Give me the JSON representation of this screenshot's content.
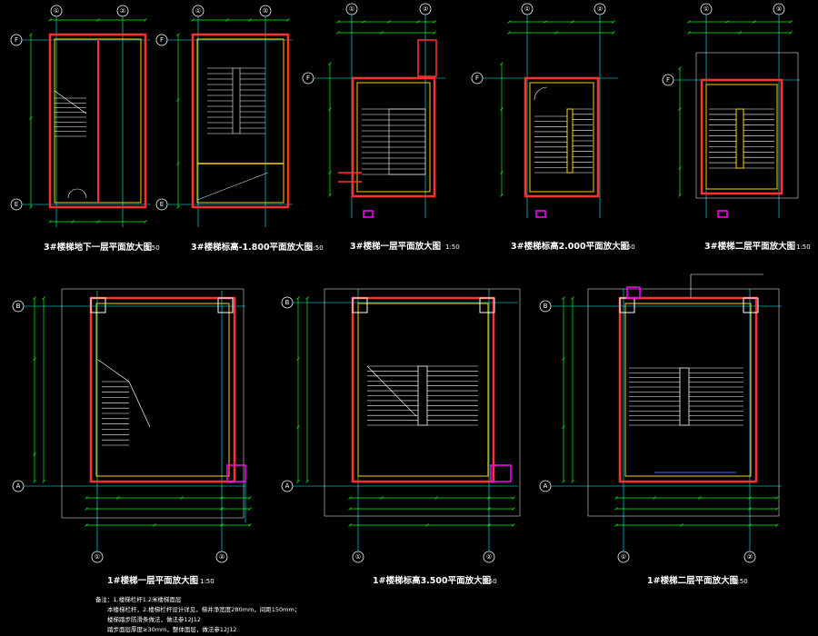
{
  "colors": {
    "background": "#000000",
    "wall": "#ff3030",
    "wall_inner": "#ffd000",
    "dimension": "#00ff00",
    "axis": "#00ffff",
    "stair": "#ffffff",
    "magenta": "#ff00ff",
    "blue": "#3a6cff"
  },
  "drawings": {
    "top": [
      {
        "title": "3#楼梯地下一层平面放大图",
        "scale": "1:50",
        "axes": [
          "①",
          "②"
        ],
        "rows": [
          "F",
          "E"
        ]
      },
      {
        "title": "3#楼梯标高-1.800平面放大图",
        "scale": "1:50",
        "axes": [
          "①",
          "②"
        ],
        "rows": [
          "F",
          "E"
        ]
      },
      {
        "title": "3#楼梯一层平面放大图",
        "scale": "1:50",
        "axes": [
          "①",
          "②"
        ],
        "rows": [
          "F"
        ]
      },
      {
        "title": "3#楼梯标高2.000平面放大图",
        "scale": "1:50",
        "axes": [
          "①",
          "②"
        ],
        "rows": [
          "F"
        ]
      },
      {
        "title": "3#楼梯二层平面放大图",
        "scale": "1:50",
        "axes": [
          "①",
          "②"
        ],
        "rows": [
          "F"
        ]
      }
    ],
    "bottom": [
      {
        "title": "1#楼梯一层平面放大图",
        "scale": "1:50",
        "axes": [
          "①",
          "②"
        ],
        "rows": [
          "B",
          "A"
        ]
      },
      {
        "title": "1#楼梯标高3.500平面放大图",
        "scale": "1:50",
        "axes": [
          "①",
          "②"
        ],
        "rows": [
          "B",
          "A"
        ]
      },
      {
        "title": "1#楼梯二层平面放大图",
        "scale": "1:50",
        "axes": [
          "①",
          "②"
        ],
        "rows": [
          "B",
          "A"
        ]
      }
    ]
  },
  "notes": {
    "line1": "备注：1.楼梯栏杆1.2米楼梯面层",
    "line2": "本楼梯栏杆，2.楼梯栏杆设计详见，梯井净宽度280mm，间距150mm；",
    "line3": "楼梯踏步防滑条做法，做法参12J12",
    "line4": "踏步面层厚度≥30mm，整体面层，做法参12J12"
  }
}
